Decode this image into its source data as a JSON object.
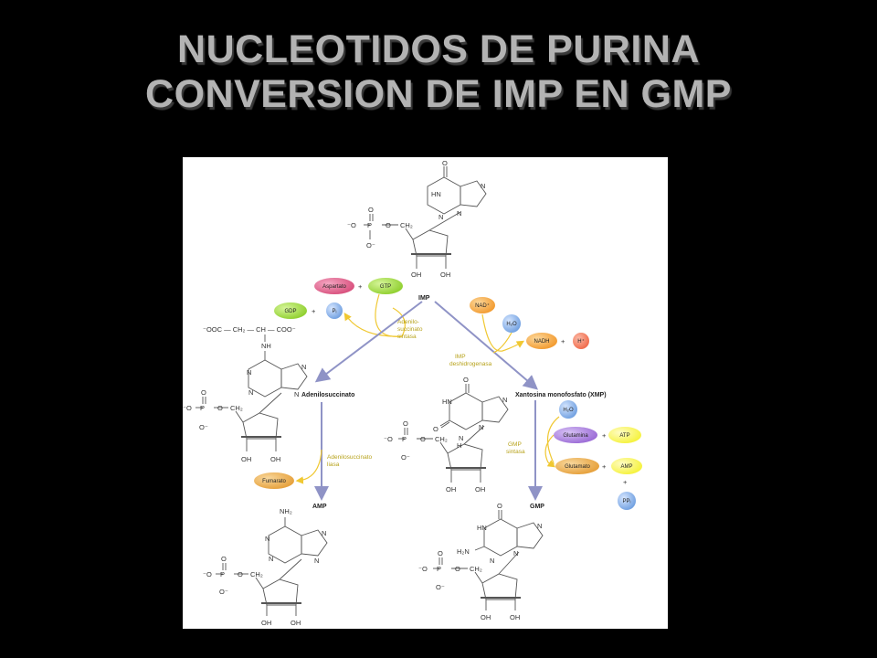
{
  "title": {
    "line1": "NUCLEOTIDOS DE PURINA",
    "line2": "CONVERSION DE IMP EN GMP"
  },
  "diagram": {
    "imp": "IMP",
    "adenilosuccinato": "Adenilosuccinato",
    "xmp": "Xantosina monofosfato (XMP)",
    "amp": "AMP",
    "gmp": "GMP",
    "enzymes": {
      "adenilosuccinato_sintasa": [
        "Adenilo-",
        "succinato",
        "sintasa"
      ],
      "imp_deshidrogenasa": [
        "IMP",
        "deshidrogenasa"
      ],
      "adenilosuccinato_liasa": [
        "Adenilosuccinato",
        "liasa"
      ],
      "gmp_sintasa": [
        "GMP",
        "sintasa"
      ]
    },
    "cofactors": {
      "aspartato": "Aspartato",
      "gtp": "GTP",
      "gdp": "GDP",
      "pi": "Pᵢ",
      "nad": "NAD⁺",
      "h2o_1": "H₂O",
      "nadh": "NADH",
      "h_plus": "H⁺",
      "h2o_2": "H₂O",
      "glutamina": "Glutamina",
      "atp": "ATP",
      "glutamato": "Glutamato",
      "amp_cof": "AMP",
      "ppi": "PPᵢ",
      "fumarato": "Fumarato"
    },
    "chem_labels": {
      "oh": "OH",
      "o": "O",
      "o_minus": "O⁻",
      "ch2": "CH₂",
      "hn": "HN",
      "n": "N",
      "nh": "NH",
      "nh2": "NH₂",
      "h2n": "H₂N",
      "h": "H",
      "p": "P",
      "o_minus_left": "⁻O",
      "ooc_chain": "⁻OOC — CH₂ — CH — COO⁻"
    },
    "colors": {
      "arrow": "#8f93c6",
      "yellow_arrow": "#f0c832",
      "aspartato": "#d84f7c",
      "gtp": "#8fcf2e",
      "gdp": "#8fcf2e",
      "pi": "#6f9fe0",
      "nad": "#f29a2e",
      "nadh": "#f29a2e",
      "h_plus": "#f06a4a",
      "glutamina": "#9b6bd6",
      "atp": "#f5f23a",
      "glutamato": "#e6a03a",
      "amp_cof": "#f5f23a",
      "ppi": "#6f9fe0",
      "fumarato": "#e6a03a"
    }
  }
}
